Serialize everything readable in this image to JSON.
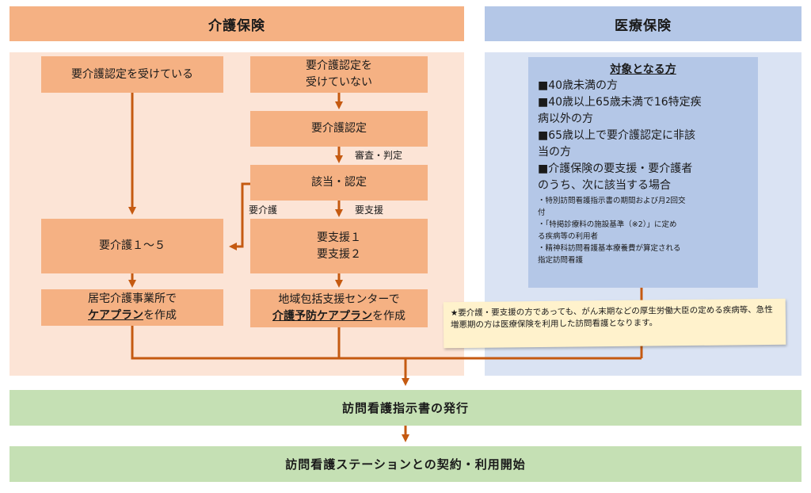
{
  "kaigo": {
    "header": "介護保険",
    "certified": "要介護認定を受けている",
    "not_certified_line1": "要介護認定を",
    "not_certified_line2": "受けていない",
    "certification": "要介護認定",
    "review_label": "審査・判定",
    "applicable": "該当・認定",
    "label_kaigo": "要介護",
    "label_shien": "要支援",
    "kaigo_levels": "要介護１～５",
    "shien_1": "要支援１",
    "shien_2": "要支援２",
    "kyotaku_line1": "居宅介護事業所で",
    "kyotaku_bold": "ケアプラン",
    "kyotaku_suffix": "を作成",
    "houkatsu_line1": "地域包括支援センターで",
    "houkatsu_bold": "介護予防ケアプラン",
    "houkatsu_suffix": "を作成"
  },
  "iryo": {
    "header": "医療保険",
    "target_title": "対象となる方",
    "items": [
      "■40歳未満の方",
      "■40歳以上65歳未満で16特定疾",
      "病以外の方",
      "■65歳以上で要介護認定に非該",
      "当の方",
      "■介護保険の要支援・要介護者",
      "のうち、次に該当する場合"
    ],
    "sub_items": [
      "・特別訪問看護指示書の期間および月2回交",
      "付",
      "・「特掲診療料の施設基準（※2）」に定め",
      "る疾病等の利用者",
      "・精神科訪問看護基本療養費が算定される",
      "指定訪問看護"
    ],
    "note": "★要介護・要支援の方であっても、がん末期などの厚生労働大臣の定める疾病等、急性増悪期の方は医療保険を利用した訪問看護となります。"
  },
  "flow": {
    "instruction": "訪問看護指示書の発行",
    "contract": "訪問看護ステーションとの契約・利用開始"
  },
  "colors": {
    "arrow": "#c55a11",
    "orange_box": "#f5b183",
    "kaigo_panel": "#fce4d6",
    "iryo_panel": "#dae3f3",
    "iryo_box": "#b4c7e7",
    "green": "#c5e0b4",
    "note": "#fff2cc"
  }
}
